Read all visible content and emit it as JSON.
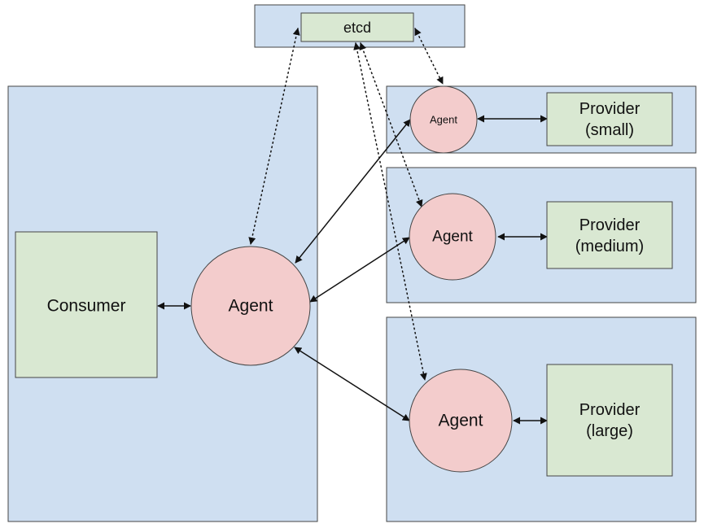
{
  "diagram": {
    "etcd": "etcd",
    "consumer": "Consumer",
    "consumer_agent": "Agent",
    "small_agent": "Agent",
    "medium_agent": "Agent",
    "large_agent": "Agent",
    "provider_small_line1": "Provider",
    "provider_small_line2": "(small)",
    "provider_medium_line1": "Provider",
    "provider_medium_line2": "(medium)",
    "provider_large_line1": "Provider",
    "provider_large_line2": "(large)"
  },
  "colors": {
    "panel": "#cfdff1",
    "box": "#d9e8d2",
    "agent": "#f3cccc",
    "stroke": "#454545",
    "link": "#111111"
  }
}
